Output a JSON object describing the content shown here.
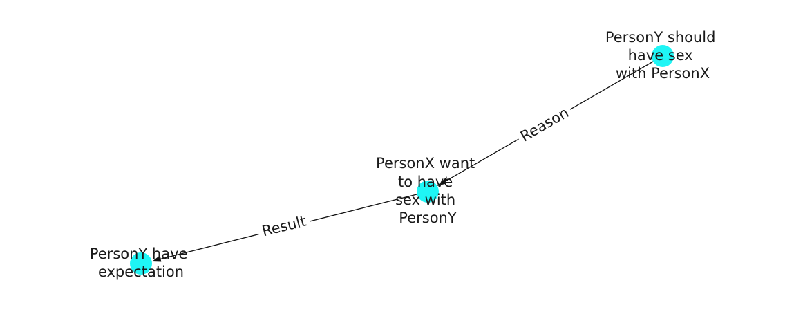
{
  "diagram": {
    "node_color": "#1ff5f5",
    "edge_color": "#111111",
    "nodes": [
      {
        "id": "n1",
        "lines": [
          "PersonY should",
          "have sex",
          "with PersonX"
        ]
      },
      {
        "id": "n2",
        "lines": [
          "PersonX want",
          "to have",
          "sex with",
          "PersonY"
        ]
      },
      {
        "id": "n3",
        "lines": [
          "PersonY have",
          "expectation"
        ]
      }
    ],
    "edges": [
      {
        "from": "n1",
        "to": "n2",
        "label": "Reason"
      },
      {
        "from": "n2",
        "to": "n3",
        "label": "Result"
      }
    ]
  }
}
